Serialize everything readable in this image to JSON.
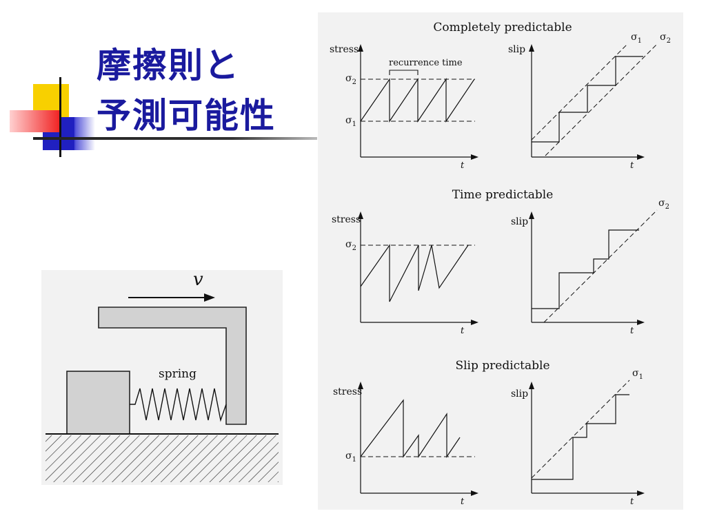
{
  "slide": {
    "title_line1": "摩擦則と",
    "title_line2": "予測可能性",
    "title_color": "#1a1a9e"
  },
  "spring_diagram": {
    "velocity_label": "v",
    "spring_label": "spring"
  },
  "panels": {
    "completely": {
      "title": "Completely predictable",
      "stress_ylabel": "stress",
      "slip_ylabel": "slip",
      "xlabel": "t",
      "recurrence_label": "recurrence time",
      "sigma_upper": "σ",
      "sigma_upper_sub": "2",
      "sigma_lower": "σ",
      "sigma_lower_sub": "1",
      "line1_label": "σ",
      "line1_sub": "1",
      "line2_label": "σ",
      "line2_sub": "2"
    },
    "time": {
      "title": "Time predictable",
      "stress_ylabel": "stress",
      "slip_ylabel": "slip",
      "xlabel": "t",
      "sigma_upper": "σ",
      "sigma_upper_sub": "2",
      "line_label": "σ",
      "line_sub": "2"
    },
    "slip": {
      "title": "Slip predictable",
      "stress_ylabel": "stress",
      "slip_ylabel": "slip",
      "xlabel": "t",
      "sigma_lower": "σ",
      "sigma_lower_sub": "1",
      "line_label": "σ",
      "line_sub": "1"
    }
  }
}
